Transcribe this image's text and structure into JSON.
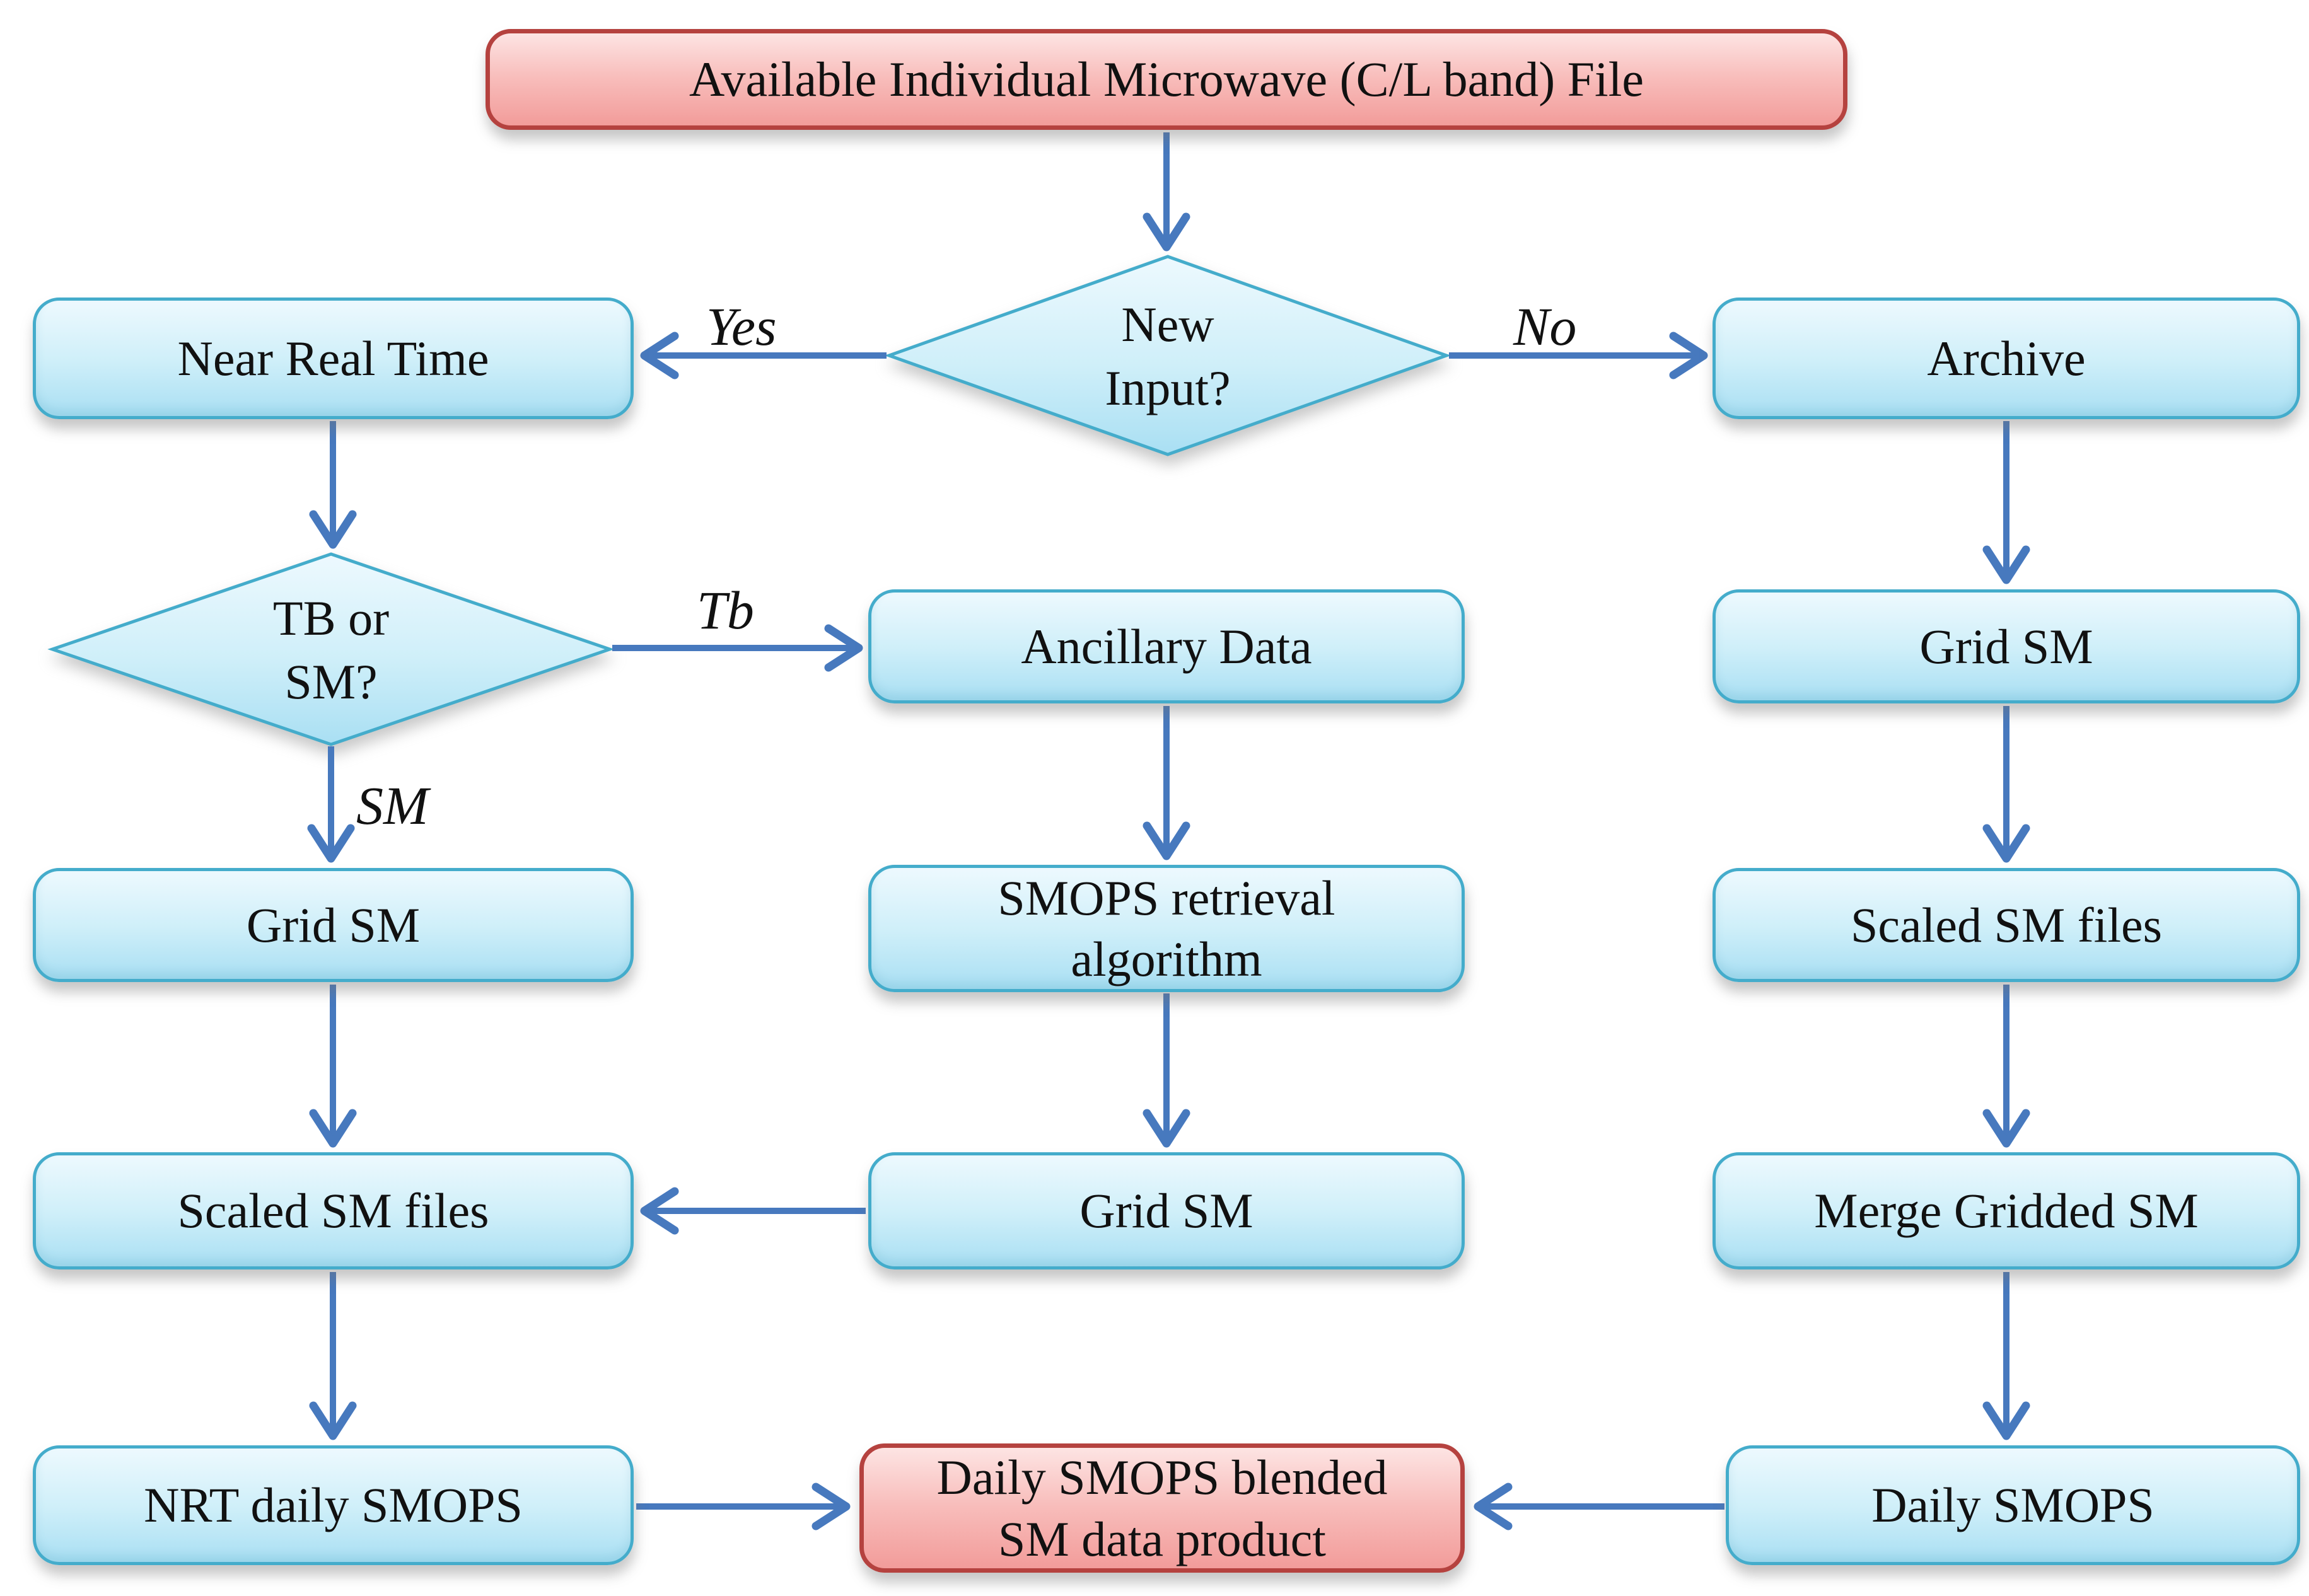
{
  "title": "SMOPS soil moisture data processing flowchart",
  "colors": {
    "process_fill_top": "#EDF9FE",
    "process_fill_bottom": "#A9DFF3",
    "process_border": "#44ACCB",
    "terminal_fill_top": "#FDE4E3",
    "terminal_fill_bottom": "#F29C9A",
    "terminal_border": "#B5423F",
    "arrow": "#4779BE",
    "text": "#111111"
  },
  "nodes": {
    "available_file": {
      "lines": [
        "Available Individual Microwave (C/L band) File"
      ]
    },
    "new_input": {
      "lines": [
        "New",
        "Input?"
      ]
    },
    "near_real_time": {
      "lines": [
        "Near Real Time"
      ]
    },
    "archive": {
      "lines": [
        "Archive"
      ]
    },
    "tb_or_sm": {
      "lines": [
        "TB or",
        "SM?"
      ]
    },
    "ancillary_data": {
      "lines": [
        "Ancillary Data"
      ]
    },
    "grid_sm_right": {
      "lines": [
        "Grid SM"
      ]
    },
    "grid_sm_left": {
      "lines": [
        "Grid SM"
      ]
    },
    "smops_retrieval": {
      "lines": [
        "SMOPS retrieval",
        "algorithm"
      ]
    },
    "scaled_sm_right": {
      "lines": [
        "Scaled SM files"
      ]
    },
    "scaled_sm_left": {
      "lines": [
        "Scaled SM files"
      ]
    },
    "grid_sm_middle": {
      "lines": [
        "Grid SM"
      ]
    },
    "merge_gridded_sm": {
      "lines": [
        "Merge Gridded SM"
      ]
    },
    "nrt_daily_smops": {
      "lines": [
        "NRT daily SMOPS"
      ]
    },
    "daily_smops_product": {
      "lines": [
        "Daily SMOPS blended",
        "SM data product"
      ]
    },
    "daily_smops": {
      "lines": [
        "Daily SMOPS"
      ]
    }
  },
  "edge_labels": {
    "yes": "Yes",
    "no": "No",
    "tb": "Tb",
    "sm": "SM"
  }
}
